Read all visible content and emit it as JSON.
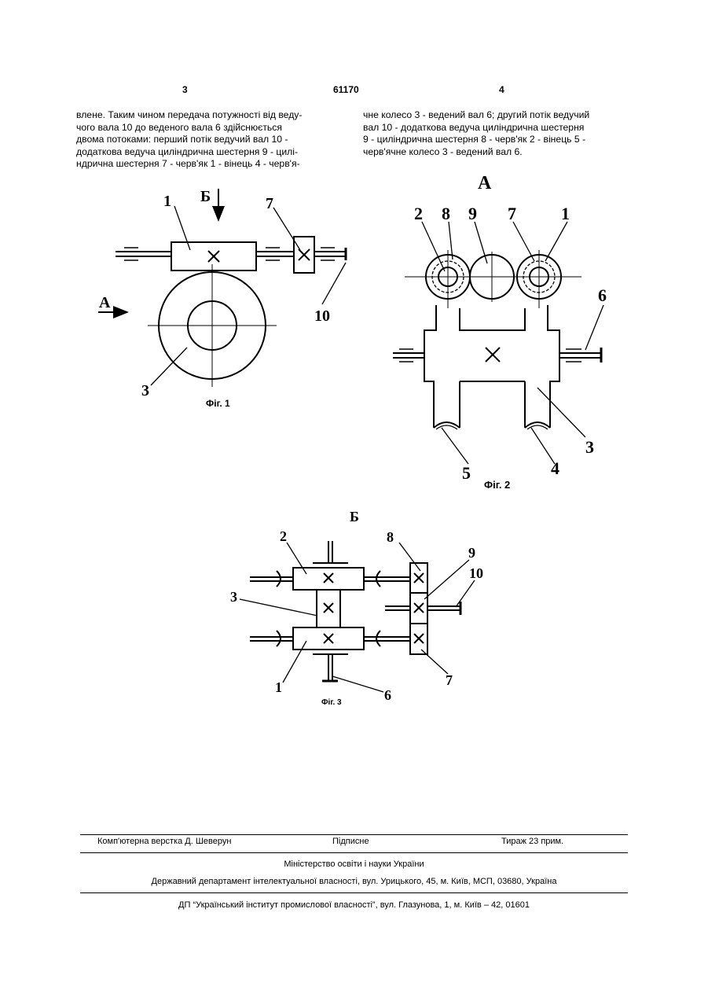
{
  "header": {
    "page_left": "3",
    "doc_number": "61170",
    "page_right": "4"
  },
  "text": {
    "left": [
      "влене. Таким чином передача потужності від веду-",
      "чого вала 10 до веденого вала 6 здійснюється",
      "двома потоками: перший потік ведучий вал 10 -",
      "додаткова ведуча циліндрична шестерня 9 - цилі-",
      "ндрична шестерня 7 - черв'як 1 - вінець 4 - черв'я-"
    ],
    "right": [
      "чне колесо 3 - ведений вал 6; другий потік ведучий",
      "вал 10 - додаткова ведуча циліндрична шестерня",
      "9 - циліндрична шестерня 8 - черв'як 2 - вінець 5 -",
      "черв'ячне колесо 3 - ведений вал 6."
    ]
  },
  "fig1": {
    "caption": "Фіг. 1",
    "labels": {
      "view_b": "Б",
      "view_a": "А",
      "n1": "1",
      "n7": "7",
      "n10": "10",
      "n3": "3"
    }
  },
  "fig2": {
    "caption": "Фіг. 2",
    "labels": {
      "title": "А",
      "n2": "2",
      "n8": "8",
      "n9": "9",
      "n7": "7",
      "n1": "1",
      "n6": "6",
      "n3": "3",
      "n5": "5",
      "n4": "4"
    }
  },
  "fig3": {
    "caption": "Фіг. 3",
    "labels": {
      "title": "Б",
      "n2": "2",
      "n8": "8",
      "n9": "9",
      "n10": "10",
      "n3": "3",
      "n1": "1",
      "n6": "6",
      "n7": "7"
    }
  },
  "footer": {
    "typesetting": "Комп'ютерна верстка Д. Шеверун",
    "signed": "Підписне",
    "circulation": "Тираж 23 прим.",
    "ministry": "Міністерство освіти і науки України",
    "department": "Державний департамент інтелектуальної власності, вул. Урицького, 45, м. Київ, МСП, 03680, Україна",
    "institute": "ДП “Український інститут промислової власності”, вул. Глазунова, 1, м. Київ – 42, 01601"
  }
}
